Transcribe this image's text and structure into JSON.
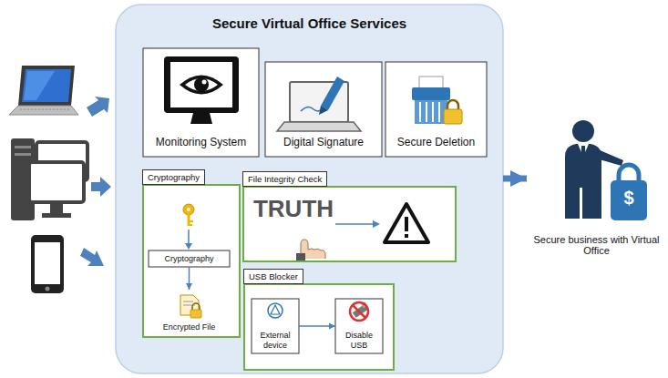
{
  "diagram": {
    "nodes": [
      {
        "text": [
          "Secure Virtual Office Services"
        ]
      },
      {
        "text": [
          "Monitoring System"
        ],
        "in": 0
      },
      {
        "text": [
          "Digital Signature"
        ],
        "in": 0
      },
      {
        "text": [
          "Secure Deletion"
        ],
        "in": 0
      },
      {
        "text": [
          "Cryptography"
        ],
        "in": 0
      },
      {
        "text": [
          "Cryptography"
        ],
        "in": 4
      },
      {
        "text": [
          "Encrypted File"
        ],
        "in": 4
      },
      {
        "text": [
          "File Integrity Check"
        ],
        "in": 0
      },
      {
        "text": [
          "USB Blocker"
        ],
        "in": 0
      },
      {
        "text": [
          "External device"
        ],
        "in": 8
      },
      {
        "text": [
          "Disable USB"
        ],
        "in": 8
      },
      {
        "text": [
          "Secure business with Virtual Office"
        ]
      }
    ],
    "edges": [
      {
        "from": 5,
        "to": 6,
        "arrow": "to"
      },
      {
        "from": 9,
        "to": 10,
        "arrow": "to"
      },
      {
        "from": 0,
        "to": 11,
        "arrow": "to"
      }
    ],
    "labels": [
      "TRUTH",
      "$"
    ]
  }
}
